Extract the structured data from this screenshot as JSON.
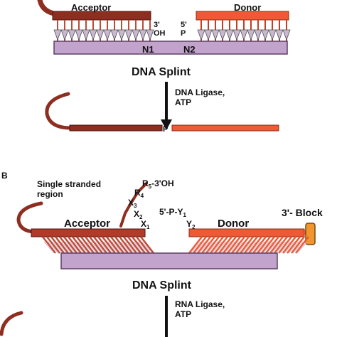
{
  "colors": {
    "acceptor_dark": "#8e2e21",
    "acceptor_light": "#c24a36",
    "donor": "#ef5a36",
    "donor_dark": "#c63d20",
    "splint_fill": "#c2a3cb",
    "splint_stroke": "#5d3f66",
    "tooth_fill": "#c8b8d2",
    "block": "#f0962d",
    "arrow": "#111111"
  },
  "panel_a": {
    "acceptor_label": "Acceptor",
    "donor_label": "Donor",
    "acceptor_end_3": "3'",
    "acceptor_end_oh": "OH",
    "donor_end_5": "5'",
    "donor_end_p": "P",
    "n1_label": "N1",
    "n2_label": "N2",
    "splint_label": "DNA Splint",
    "enzyme_line1": "DNA Ligase,",
    "enzyme_line2": "ATP",
    "product_p": "P"
  },
  "panel_b": {
    "panel_letter": "B",
    "single_strand_line1": "Single stranded",
    "single_strand_line2": "region",
    "acceptor_label": "Acceptor",
    "donor_label": "Donor",
    "r5": "R",
    "r5_sub": "5",
    "r5_tail": "-3'OH",
    "r4": "R",
    "r4_sub": "4",
    "x3": "X",
    "x3_sub": "3",
    "x2": "X",
    "x2_sub": "2",
    "x1": "X",
    "x1_sub": "1",
    "y_prefix": "5'-P-Y",
    "y1_sub": "1",
    "y2": "Y",
    "y2_sub": "2",
    "block_label": "3'- Block",
    "splint_label": "DNA Splint",
    "enzyme_line1": "RNA Ligase,",
    "enzyme_line2": "ATP"
  }
}
